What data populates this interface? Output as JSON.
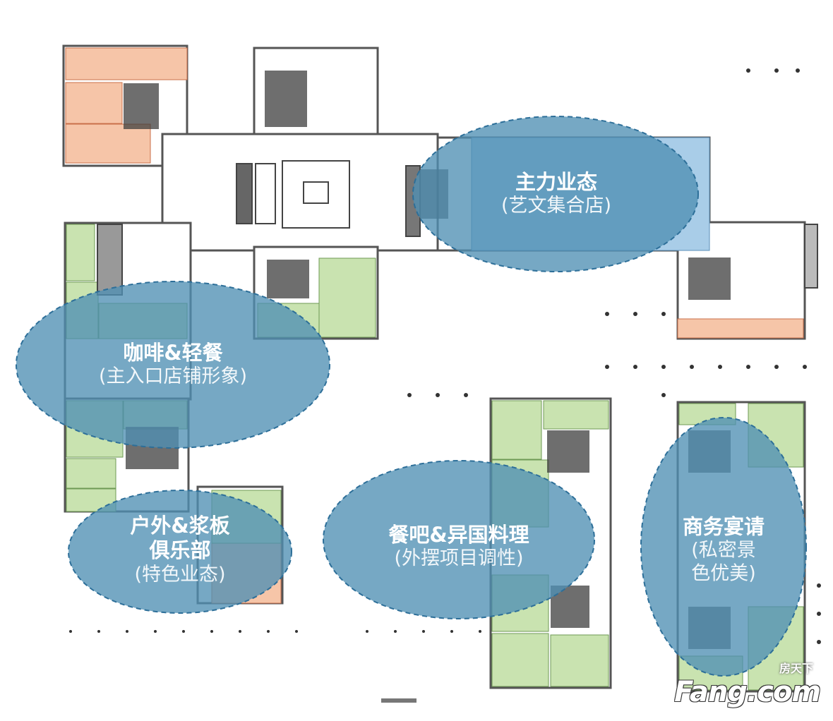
{
  "zones": [
    {
      "id": "anchor",
      "title": "主力业态",
      "subtitle": "(艺文集合店)"
    },
    {
      "id": "coffee",
      "title": "咖啡&轻餐",
      "subtitle": "(主入口店铺形象)"
    },
    {
      "id": "outdoor",
      "title": "户外&浆板\n俱乐部",
      "subtitle": "(特色业态)"
    },
    {
      "id": "dining",
      "title": "餐吧&异国料理",
      "subtitle": "(外摆项目调性)"
    },
    {
      "id": "business",
      "title": "商务宴请",
      "subtitle": "(私密景\n色优美)"
    }
  ],
  "watermark": {
    "cn": "房天下",
    "en": "Fang.com"
  },
  "colors": {
    "zone_fill": "#4f8fb3",
    "zone_border": "#2d6f99",
    "store_green": "#c9e3b0",
    "store_orange": "#f6c5a8",
    "anchor_blue": "#a9cde8",
    "wall": "#555555"
  }
}
